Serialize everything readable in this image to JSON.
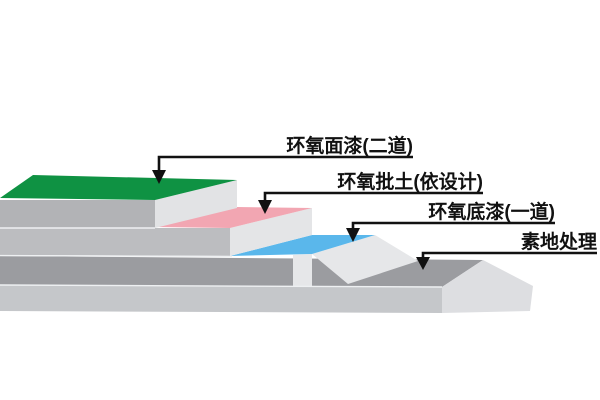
{
  "diagram": {
    "background": "#ffffff",
    "leader_color": "#111111",
    "layers": [
      {
        "label": "环氧面漆(二道)",
        "color": "#0f9243"
      },
      {
        "label": "环氧批土(依设计)",
        "color": "#f2a6b2"
      },
      {
        "label": "环氧底漆(一道)",
        "color": "#5ab7eb"
      },
      {
        "label": "素地处理",
        "color": "#9b9ca0"
      }
    ]
  }
}
